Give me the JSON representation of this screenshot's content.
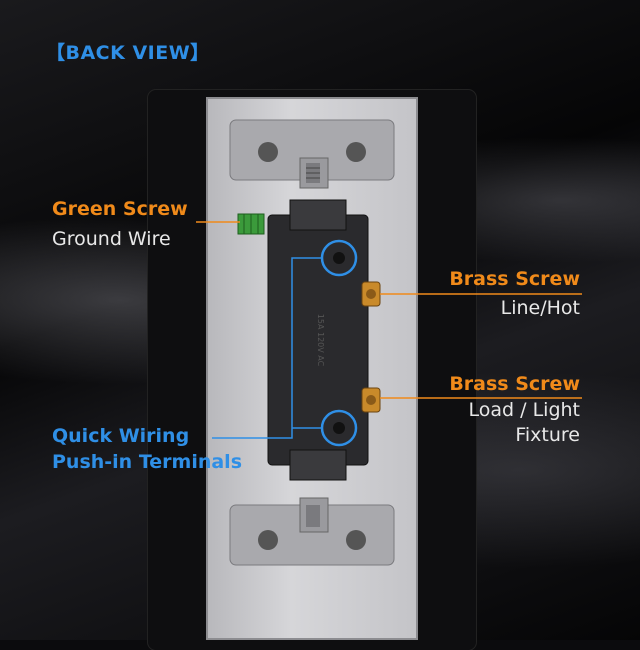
{
  "title": "【BACK VIEW】",
  "labels": {
    "green_screw": "Green Screw",
    "ground_wire": "Ground Wire",
    "brass_screw_1": "Brass Screw",
    "line_hot": "Line/Hot",
    "brass_screw_2": "Brass Screw",
    "load_light": "Load / Light",
    "fixture": "Fixture",
    "quick_wiring": "Quick Wiring",
    "push_in": "Push-in Terminals"
  },
  "colors": {
    "accent_blue": "#2f8fe6",
    "accent_orange": "#f08a1a",
    "text_white": "#e8e8e8"
  },
  "icons": [
    "green-ground-screw-icon",
    "brass-screw-icon",
    "push-in-terminal-icon",
    "mounting-screw-icon"
  ]
}
